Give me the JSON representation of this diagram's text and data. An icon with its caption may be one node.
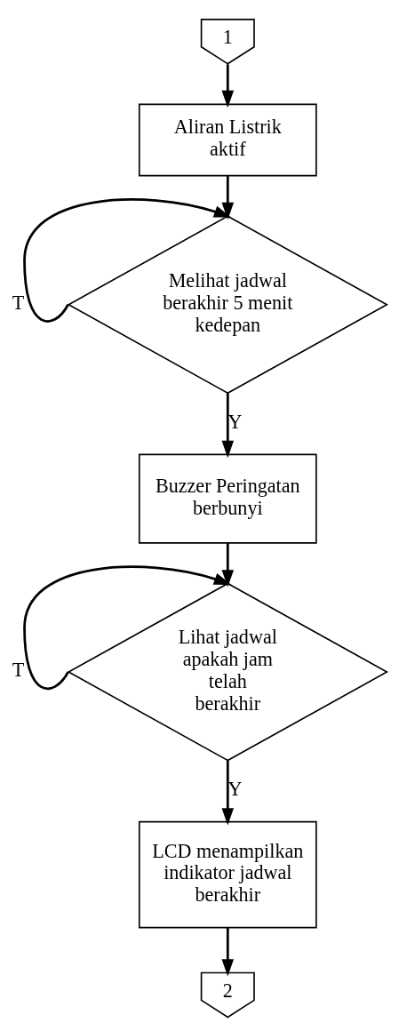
{
  "diagram": {
    "nodes": [
      {
        "text": [
          "1"
        ]
      },
      {
        "text": [
          "Aliran Listrik aktif"
        ]
      },
      {
        "text": [
          "Melihat jadwal berakhir 5 menit kedepan"
        ]
      },
      {
        "text": [
          "Buzzer Peringatan berbunyi"
        ]
      },
      {
        "text": [
          "Lihat jadwal apakah jam telah berakhir"
        ]
      },
      {
        "text": [
          "LCD menampilkan indikator jadwal berakhir"
        ]
      },
      {
        "text": [
          "2"
        ]
      }
    ],
    "edges": [
      {
        "from": 0,
        "to": 1,
        "arrow": "to"
      },
      {
        "from": 1,
        "to": 2,
        "arrow": "to"
      },
      {
        "from": 2,
        "to": 2,
        "arrow": "to",
        "label": "T"
      },
      {
        "from": 2,
        "to": 3,
        "arrow": "to",
        "label": "Y"
      },
      {
        "from": 3,
        "to": 4,
        "arrow": "to"
      },
      {
        "from": 4,
        "to": 4,
        "arrow": "to",
        "label": "T"
      },
      {
        "from": 4,
        "to": 5,
        "arrow": "to",
        "label": "Y"
      },
      {
        "from": 5,
        "to": 6,
        "arrow": "to"
      }
    ]
  }
}
